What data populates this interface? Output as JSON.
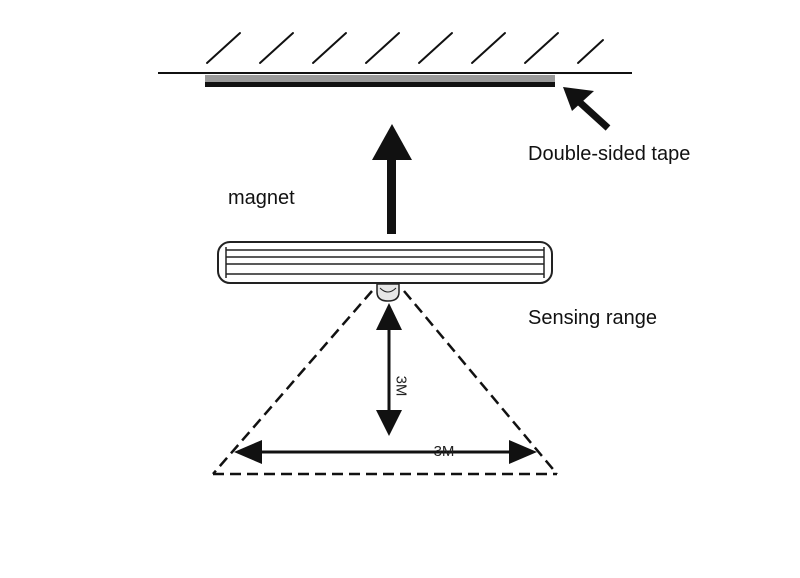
{
  "labels": {
    "tape": "Double-sided tape",
    "magnet": "magnet",
    "sensing_range": "Sensing range"
  },
  "dimensions": {
    "vertical": "3M",
    "horizontal": "3M"
  },
  "colors": {
    "ink": "#111111",
    "tape_gray": "#9a9a9a",
    "background": "#ffffff"
  }
}
